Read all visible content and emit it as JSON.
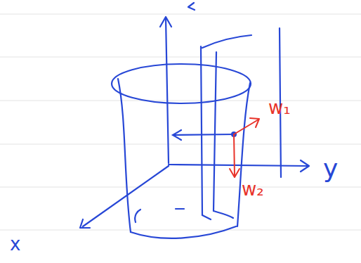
{
  "diagram": {
    "labels": [
      "x",
      "y",
      "w₁",
      "w₂"
    ]
  }
}
